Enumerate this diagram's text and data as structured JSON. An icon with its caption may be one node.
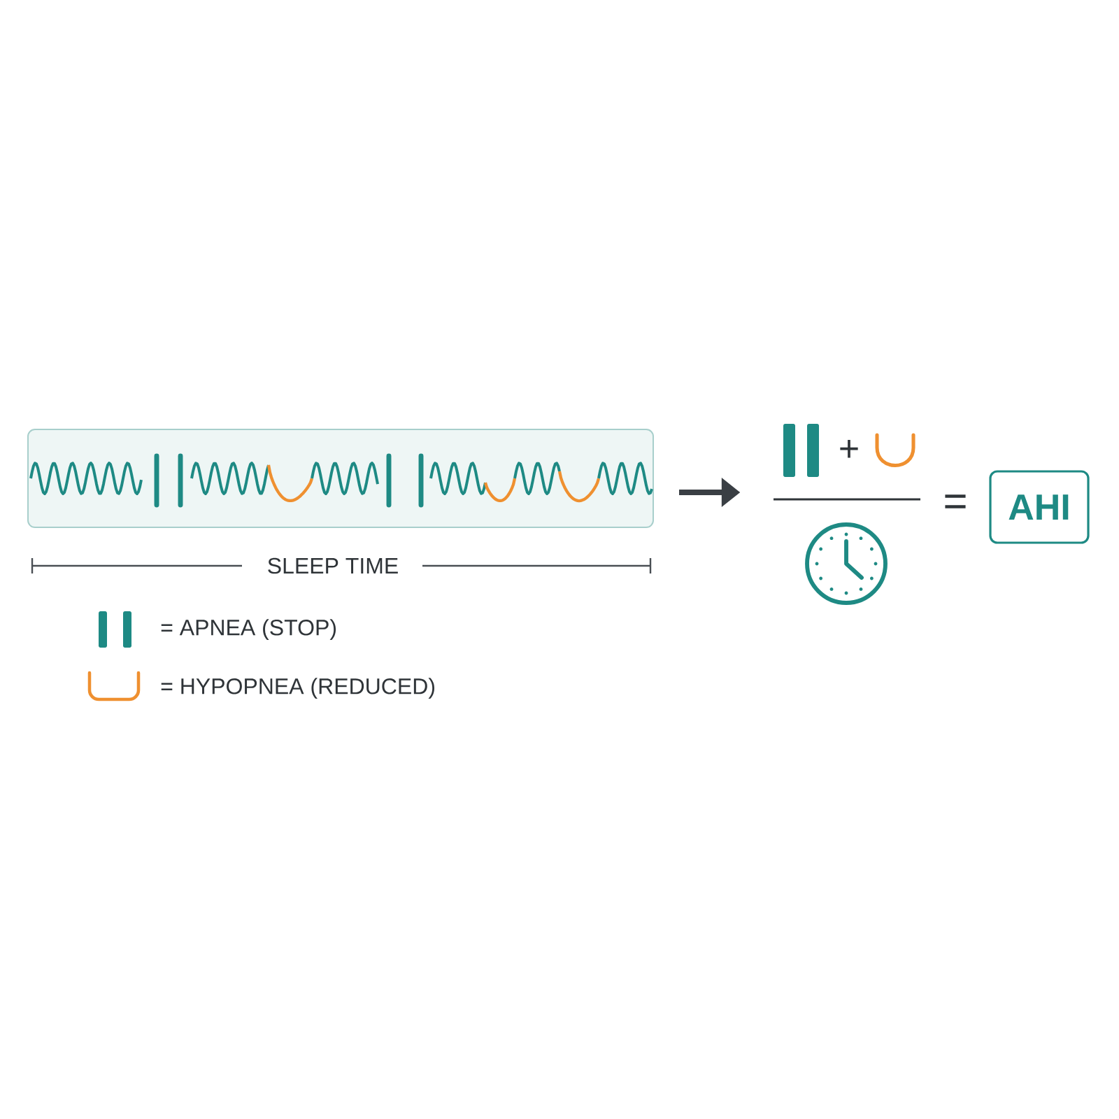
{
  "diagram": {
    "nodes": [
      {
        "text": [],
        "shape": "box"
      },
      {
        "text": [],
        "shape": "picture"
      },
      {
        "text": [
          "AHI"
        ]
      }
    ],
    "edges": [
      {
        "from": 0,
        "to": 1,
        "arrow": "to"
      }
    ],
    "labels": [
      "SLEEP TIME",
      "+",
      "="
    ],
    "legend": [
      {
        "text": "= APNEA (STOP)"
      },
      {
        "text": "= HYPOPNEA (REDUCED)"
      }
    ]
  }
}
